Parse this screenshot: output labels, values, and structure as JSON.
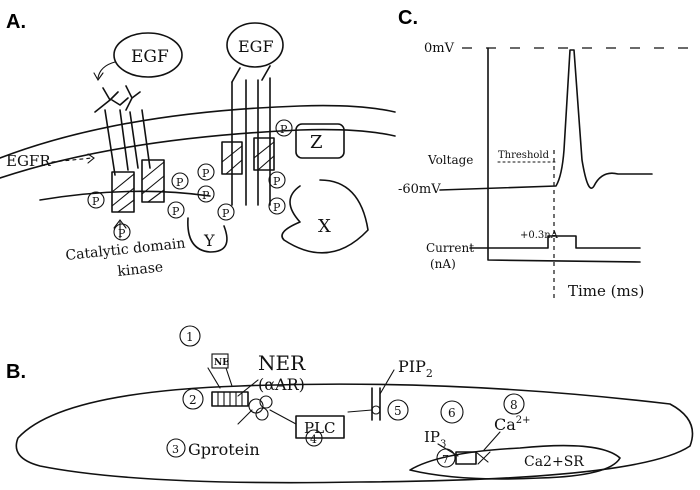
{
  "panels": {
    "a": {
      "label": "A.",
      "ligand_left": "EGF",
      "ligand_right": "EGF",
      "receptor": "EGFR",
      "box_z": "Z",
      "protein_y": "Y",
      "protein_x": "X",
      "phospho": "P",
      "domain_caption_1": "Catalytic domain",
      "domain_caption_2": "kinase"
    },
    "b": {
      "label": "B.",
      "ner_1": "NER",
      "ner_2": "(αAR)",
      "ne": "NE",
      "pip2": "PIP",
      "pip2_sub": "2",
      "gprotein": "Gprotein",
      "plc": "PLC",
      "ip3": "IP",
      "ip3_sub": "3",
      "ca": "Ca",
      "ca_sup": "2+",
      "casr": "Ca2+SR",
      "steps": [
        "1",
        "2",
        "3",
        "4",
        "5",
        "6",
        "7",
        "8"
      ]
    },
    "c": {
      "label": "C.",
      "zero_mv": "0mV",
      "minus60": "-60mV",
      "voltage": "Voltage",
      "threshold": "Threshold",
      "current_1": "Current",
      "current_2": "(nA)",
      "stim": "+0.3nA",
      "time": "Time (ms)"
    }
  }
}
